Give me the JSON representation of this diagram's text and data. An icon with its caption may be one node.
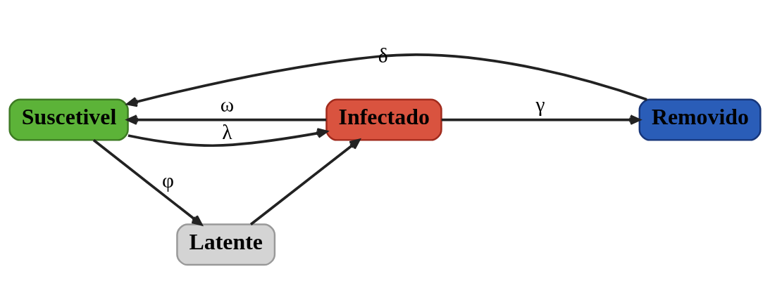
{
  "diagram": {
    "nodes": [
      {
        "text": [
          "Suscetivel"
        ]
      },
      {
        "text": [
          "Infectado"
        ]
      },
      {
        "text": [
          "Removido"
        ]
      },
      {
        "text": [
          "Latente"
        ]
      }
    ],
    "edges": [
      {
        "from": 0,
        "to": 1,
        "arrow": "to",
        "label": "λ"
      },
      {
        "from": 1,
        "to": 2,
        "arrow": "to",
        "label": "γ"
      },
      {
        "from": 2,
        "to": 0,
        "arrow": "to",
        "label": "δ"
      },
      {
        "from": 1,
        "to": 0,
        "arrow": "to",
        "label": "ω"
      },
      {
        "from": 0,
        "to": 3,
        "arrow": "to",
        "label": "φ"
      },
      {
        "from": 3,
        "to": 1,
        "arrow": "to"
      }
    ]
  }
}
